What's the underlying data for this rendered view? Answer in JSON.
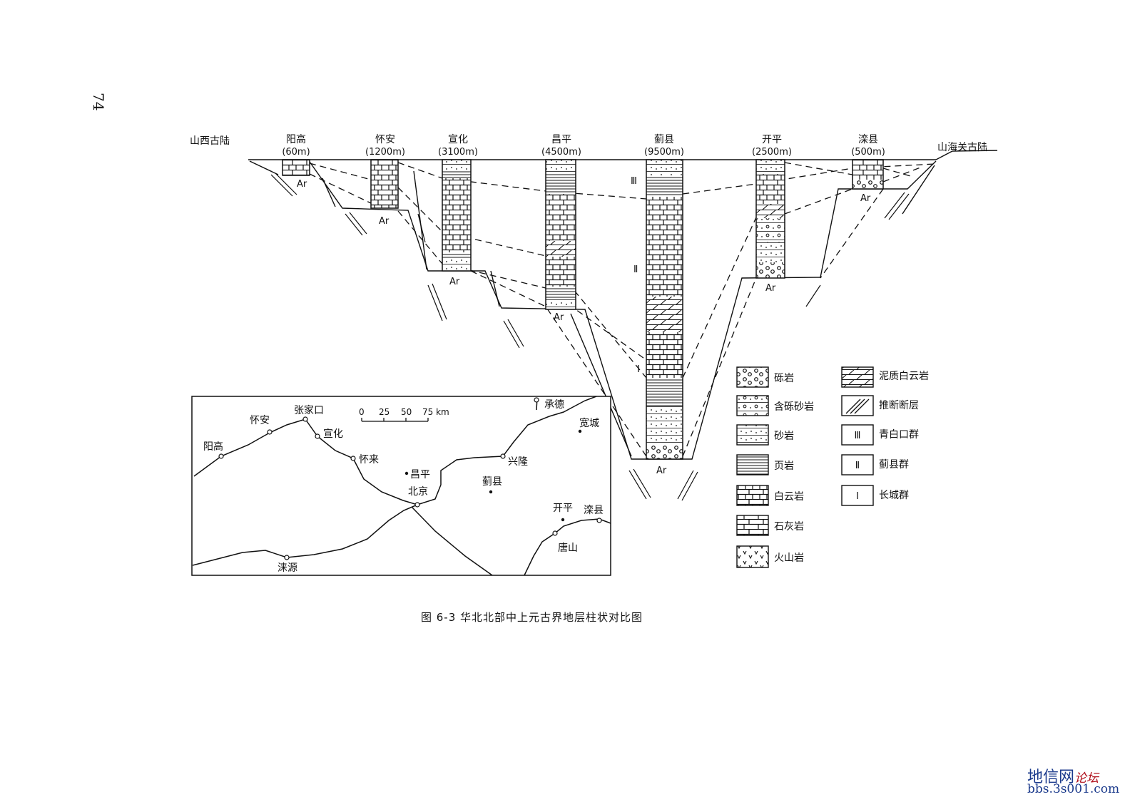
{
  "page_number": "74",
  "caption": "图 6-3   华北北部中上元古界地层柱状对比图",
  "section": {
    "left_landmass": "山西古陆",
    "right_landmass": "山海关古陆",
    "basement_label": "Ar",
    "columns": [
      {
        "name": "阳高",
        "thickness": "(60m)"
      },
      {
        "name": "怀安",
        "thickness": "(1200m)"
      },
      {
        "name": "宣化",
        "thickness": "(3100m)"
      },
      {
        "name": "昌平",
        "thickness": "(4500m)"
      },
      {
        "name": "蓟县",
        "thickness": "(9500m)"
      },
      {
        "name": "开平",
        "thickness": "(2500m)"
      },
      {
        "name": "滦县",
        "thickness": "(500m)"
      }
    ],
    "group_marks": [
      "Ⅲ",
      "Ⅱ",
      "Ⅰ"
    ]
  },
  "legend": [
    {
      "key": "conglomerate",
      "label": "砾岩"
    },
    {
      "key": "pebbly-sandstone",
      "label": "含砾砂岩"
    },
    {
      "key": "sandstone",
      "label": "砂岩"
    },
    {
      "key": "shale",
      "label": "页岩"
    },
    {
      "key": "dolomite",
      "label": "白云岩"
    },
    {
      "key": "limestone",
      "label": "石灰岩"
    },
    {
      "key": "volcanic",
      "label": "火山岩"
    },
    {
      "key": "argillaceous-dolomite",
      "label": "泥质白云岩"
    },
    {
      "key": "inferred-fault",
      "label": "推断断层"
    },
    {
      "key": "qingbaikou",
      "symbol": "Ⅲ",
      "label": "青白口群"
    },
    {
      "key": "jixian",
      "symbol": "Ⅱ",
      "label": "蓟县群"
    },
    {
      "key": "changcheng",
      "symbol": "Ⅰ",
      "label": "长城群"
    }
  ],
  "map": {
    "scale_ticks": [
      "0",
      "25",
      "50",
      "75 km"
    ],
    "places": [
      "阳高",
      "怀安",
      "张家口",
      "宣化",
      "怀来",
      "昌平",
      "北京",
      "蓟县",
      "兴隆",
      "承德",
      "宽城",
      "开平",
      "滦县",
      "唐山",
      "涞源"
    ]
  },
  "watermark": {
    "site": "地信网",
    "forum": "论坛",
    "url": "bbs.3s001.com"
  },
  "colors": {
    "ink": "#111111",
    "watermark_blue": "#1b3a8c",
    "watermark_red": "#b0101c"
  }
}
